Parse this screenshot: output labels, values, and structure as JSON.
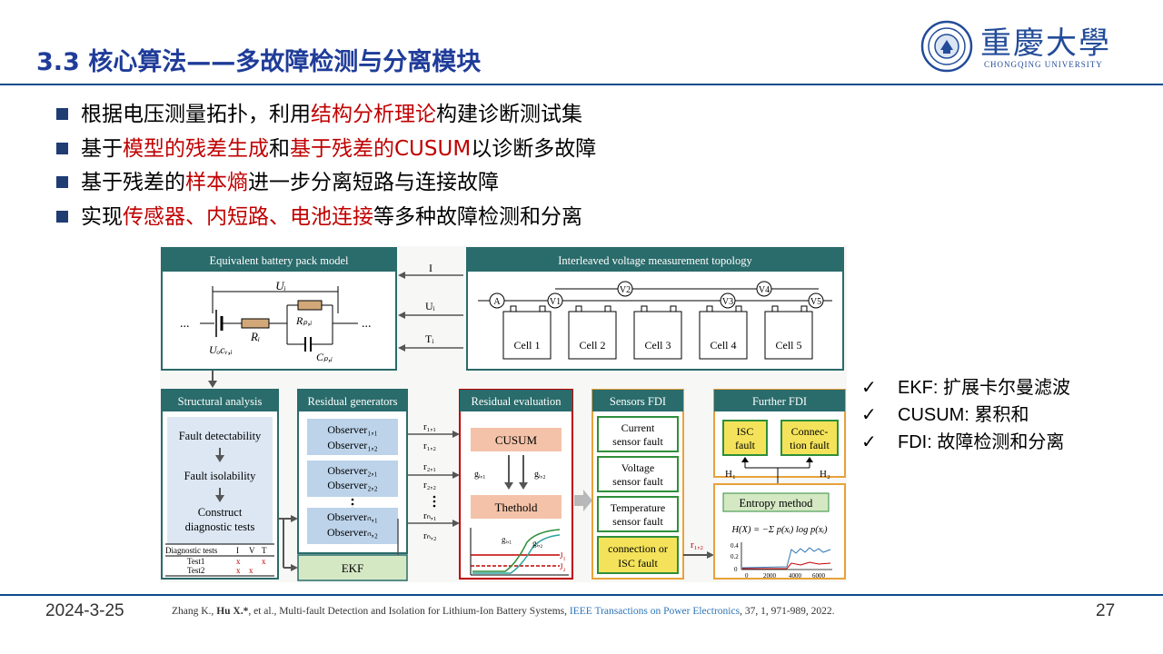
{
  "slide": {
    "title": "3.3 核心算法——多故障检测与分离模块",
    "logo": {
      "name_cn": "重慶大學",
      "name_en": "CHONGQING UNIVERSITY"
    },
    "bullets": [
      [
        {
          "t": "根据电压测量拓扑，利用",
          "hl": false
        },
        {
          "t": "结构分析理论",
          "hl": true
        },
        {
          "t": "构建诊断测试集",
          "hl": false
        }
      ],
      [
        {
          "t": "基于",
          "hl": false
        },
        {
          "t": "模型的残差生成",
          "hl": true
        },
        {
          "t": "和",
          "hl": false
        },
        {
          "t": "基于残差的CUSUM",
          "hl": true
        },
        {
          "t": "以诊断多故障",
          "hl": false
        }
      ],
      [
        {
          "t": "基于残差的",
          "hl": false
        },
        {
          "t": "样本熵",
          "hl": true
        },
        {
          "t": "进一步分离短路与连接故障",
          "hl": false
        }
      ],
      [
        {
          "t": "实现",
          "hl": false
        },
        {
          "t": "传感器、内短路、电池连接",
          "hl": true
        },
        {
          "t": "等多种故障检测和分离",
          "hl": false
        }
      ]
    ],
    "notes": [
      {
        "check": "✓",
        "text": "EKF: 扩展卡尔曼滤波"
      },
      {
        "check": "✓",
        "text": "CUSUM: 累积和"
      },
      {
        "check": "✓",
        "text": "FDI: 故障检测和分离"
      }
    ],
    "footer": {
      "date": "2024-3-25",
      "ref_authors_pre": "Zhang K., ",
      "ref_author_bold": "Hu X.*",
      "ref_mid": ", et al., Multi-fault Detection and Isolation for Lithium-Ion Battery Systems, ",
      "ref_journal": "IEEE Transactions on Power Electronics",
      "ref_post": ", 37, 1, 971-989, 2022.",
      "page": "27"
    }
  },
  "figure": {
    "colors": {
      "teal": "#2a6b6b",
      "orange": "#e8a23a",
      "green": "#2f8f3a",
      "blue_fill": "#bcd3ea",
      "salmon": "#f4c2a8",
      "yellow": "#f4e35a",
      "light_green": "#d5e8c4",
      "red": "#c00000"
    },
    "model_title": "Equivalent battery pack model",
    "topology_title": "Interleaved voltage measurement topology",
    "signals": [
      "I",
      "Uᵢ",
      "Tᵢ"
    ],
    "circuit": {
      "dots": "...",
      "u": "Uᵢ",
      "r": "Rᵢ",
      "rp": "Rₚ,ᵢ",
      "cp": "Cₚ,ᵢ",
      "uocv": "Uₒcᵥ,ᵢ"
    },
    "meters": [
      "A",
      "V1",
      "V2",
      "V3",
      "V4",
      "V5"
    ],
    "cells": [
      "Cell 1",
      "Cell 2",
      "Cell 3",
      "Cell 4",
      "Cell 5"
    ],
    "structural": {
      "title": "Structural analysis",
      "steps": [
        "Fault detectability",
        "Fault isolability",
        "Construct",
        "diagnostic tests"
      ],
      "table_head": [
        "Diagnostic tests",
        "I",
        "V",
        "T"
      ],
      "tests": [
        "Test1",
        "Test2"
      ],
      "mark": "x"
    },
    "residual_gen": {
      "title": "Residual generators",
      "observers": [
        [
          "Observer₁,₁",
          "Observer₁,₂"
        ],
        [
          "Observer₂,₁",
          "Observer₂,₂"
        ],
        [
          "Observerₙ,₁",
          "Observerₙ,₂"
        ]
      ],
      "ekf": "EKF",
      "residuals": [
        "r₁,₁",
        "r₁,₂",
        "r₂,₁",
        "r₂,₂",
        "rₙ,₁",
        "rₙ,₂"
      ]
    },
    "residual_eval": {
      "title": "Residual evaluation",
      "cusum": "CUSUM",
      "threshold": "Thethold",
      "g1": "gᵢ,₁",
      "g2": "gᵢ,₂",
      "j1": "J₁",
      "j2": "J₂"
    },
    "sensors": {
      "title": "Sensors FDI",
      "items": [
        [
          "Current",
          "sensor fault"
        ],
        [
          "Voltage",
          "sensor fault"
        ],
        [
          "Temperature",
          "sensor fault"
        ],
        [
          "connection or",
          "ISC fault"
        ]
      ],
      "r12": "r₁,₂"
    },
    "further": {
      "title": "Further FDI",
      "isc": [
        "ISC",
        "fault"
      ],
      "conn": [
        "Connec-",
        "tion fault"
      ],
      "h1": "H₁",
      "h2": "H₂",
      "entropy": "Entropy method",
      "formula": "H(X) = −Σ p(xᵢ) log p(xᵢ)",
      "yticks": [
        "0.4",
        "0.2",
        "0"
      ],
      "xticks": [
        "0",
        "2000",
        "4000",
        "6000"
      ]
    }
  }
}
